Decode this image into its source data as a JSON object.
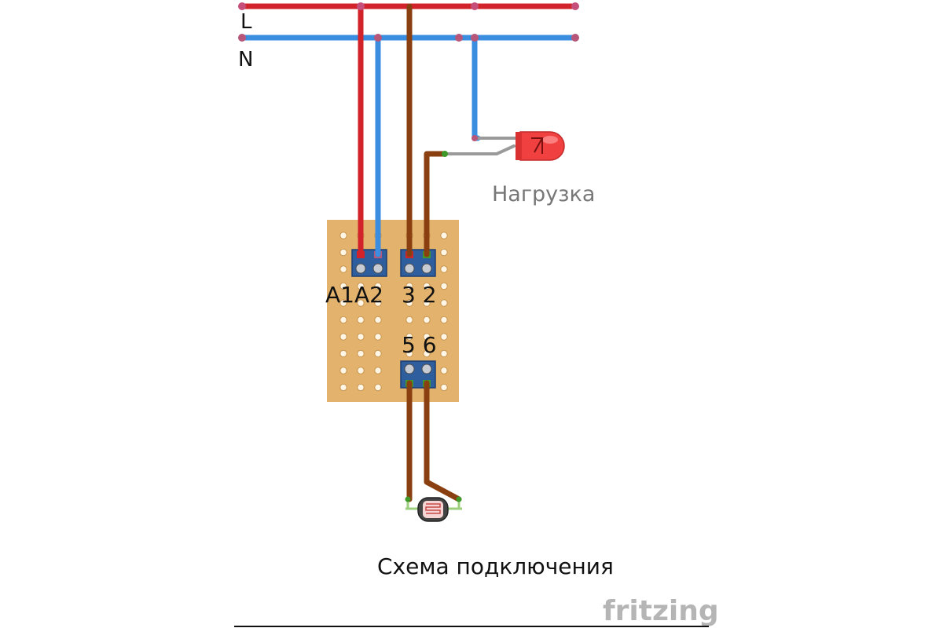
{
  "labels": {
    "line_l": "L",
    "line_n": "N",
    "load": "Нагрузка",
    "terminal_a1a2": "A1A2",
    "terminal_32": "3 2",
    "terminal_56": "5 6",
    "caption": "Схема подключения",
    "watermark": "fritzing"
  },
  "colors": {
    "phase_wire": "#d2232a",
    "neutral_wire": "#3b8de0",
    "brown_wire": "#8a3f10",
    "gray_wire": "#9a9a9a",
    "board": "#e3b36e",
    "terminal_block": "#2f5e9e",
    "led": "#f0403f"
  }
}
